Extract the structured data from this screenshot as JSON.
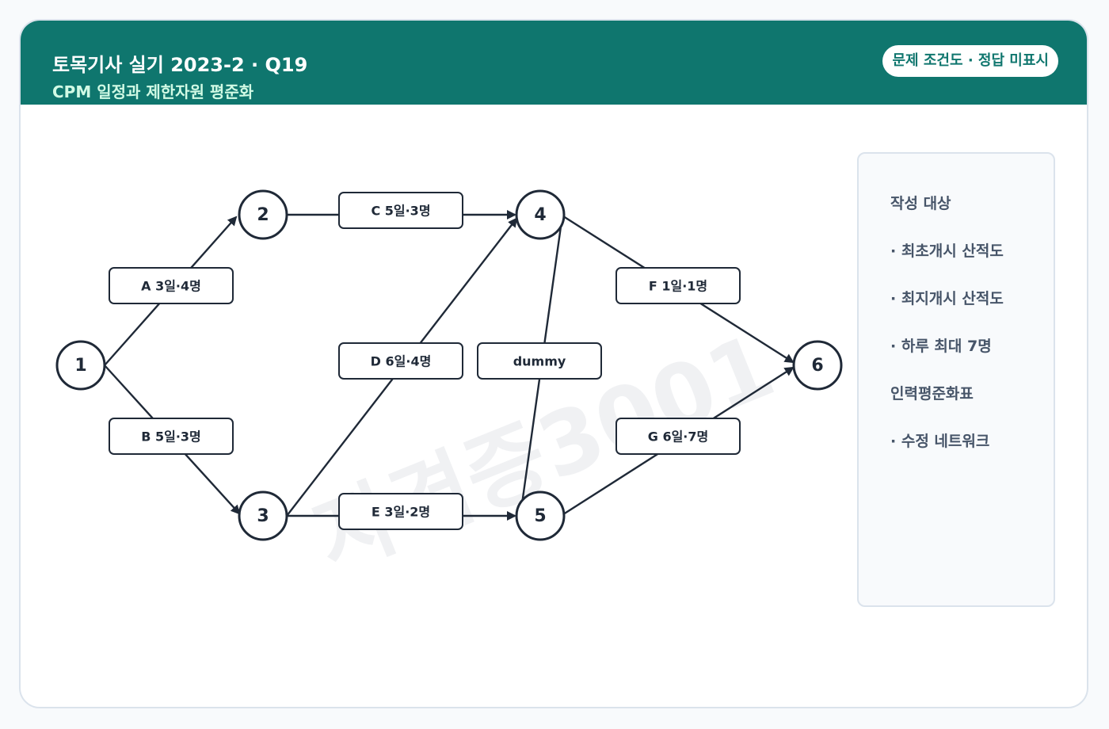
{
  "header": {
    "title": "토목기사 실기 2023-2 · Q19",
    "subtitle": "CPM 일정과 제한자원 평준화",
    "badge": "문제 조건도 · 정답 미표시"
  },
  "diagram": {
    "watermark": "자격증3001",
    "nodes": [
      {
        "id": "n1",
        "label": "1"
      },
      {
        "id": "n2",
        "label": "2"
      },
      {
        "id": "n3",
        "label": "3"
      },
      {
        "id": "n4",
        "label": "4"
      },
      {
        "id": "n5",
        "label": "5"
      },
      {
        "id": "n6",
        "label": "6"
      }
    ],
    "activities": [
      {
        "id": "A",
        "label": "A 3일·4명",
        "from": "1",
        "to": "2"
      },
      {
        "id": "B",
        "label": "B 5일·3명",
        "from": "1",
        "to": "3"
      },
      {
        "id": "C",
        "label": "C 5일·3명",
        "from": "2",
        "to": "4"
      },
      {
        "id": "D",
        "label": "D 6일·4명",
        "from": "3",
        "to": "4"
      },
      {
        "id": "E",
        "label": "E 3일·2명",
        "from": "3",
        "to": "5"
      },
      {
        "id": "dummy",
        "label": "dummy",
        "from": "4",
        "to": "5"
      },
      {
        "id": "F",
        "label": "F 1일·1명",
        "from": "4",
        "to": "6"
      },
      {
        "id": "G",
        "label": "G 6일·7명",
        "from": "5",
        "to": "6"
      }
    ]
  },
  "panel": {
    "items": [
      "작성 대상",
      "· 최초개시 산적도",
      "· 최지개시 산적도",
      "· 하루 최대 7명",
      "인력평준화표",
      "· 수정 네트워크"
    ]
  },
  "colors": {
    "header": "#0f766e",
    "stroke": "#1f2937",
    "panel_bg": "#f8fafc"
  }
}
